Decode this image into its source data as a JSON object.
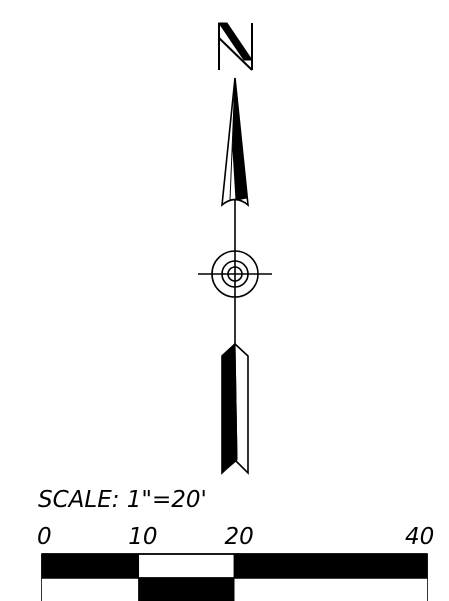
{
  "north_arrow": {
    "letter": "N",
    "icon": "north-arrow-icon",
    "target_icon": "crosshair-target-icon"
  },
  "scale": {
    "label": "SCALE:  1\"=20'",
    "ticks": [
      "0",
      "10",
      "20",
      "40"
    ],
    "tick_values": [
      0,
      10,
      20,
      40
    ],
    "pattern": [
      "black",
      "white",
      "black"
    ]
  },
  "colors": {
    "ink": "#000000",
    "paper": "#ffffff"
  }
}
